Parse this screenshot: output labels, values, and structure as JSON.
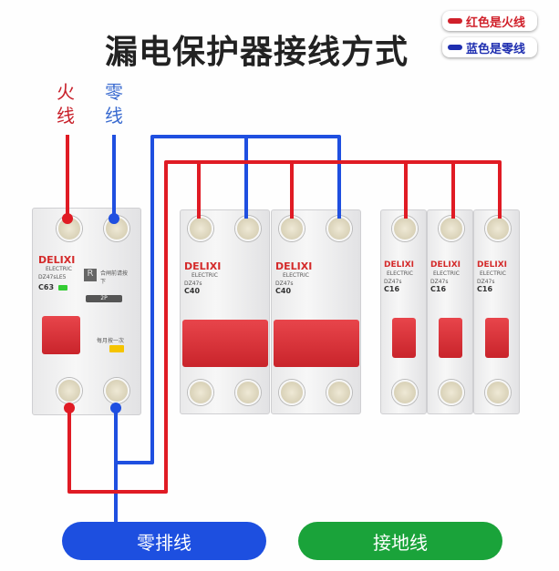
{
  "title": "漏电保护器接线方式",
  "legend": [
    {
      "label": "红色是火线",
      "color": "#d0202a"
    },
    {
      "label": "蓝色是零线",
      "color": "#1f2fb0"
    }
  ],
  "wire_labels": {
    "live": "火线",
    "neutral": "零线"
  },
  "colors": {
    "live": "#e01b24",
    "neutral": "#1f4fe0",
    "neutral_bar": "#1d4fe0",
    "ground_bar": "#1aa33a"
  },
  "rcd": {
    "brand": "DELIXI",
    "sub": "ELECTRIC",
    "model": "DZ47sLE5",
    "rating": "C63",
    "poles": "2P",
    "note": "合闸前请按下",
    "test_note": "每月按一次",
    "reset": "R"
  },
  "breakers_2p": [
    {
      "brand": "DELIXI",
      "sub": "ELECTRIC",
      "model": "DZ47s",
      "rating": "C40"
    },
    {
      "brand": "DELIXI",
      "sub": "ELECTRIC",
      "model": "DZ47s",
      "rating": "C40"
    }
  ],
  "breakers_1p": [
    {
      "brand": "DELIXI",
      "sub": "ELECTRIC",
      "model": "DZ47s",
      "rating": "C16"
    },
    {
      "brand": "DELIXI",
      "sub": "ELECTRIC",
      "model": "DZ47s",
      "rating": "C16"
    },
    {
      "brand": "DELIXI",
      "sub": "ELECTRIC",
      "model": "DZ47s",
      "rating": "C16"
    }
  ],
  "bars": {
    "neutral": "零排线",
    "ground": "接地线"
  }
}
